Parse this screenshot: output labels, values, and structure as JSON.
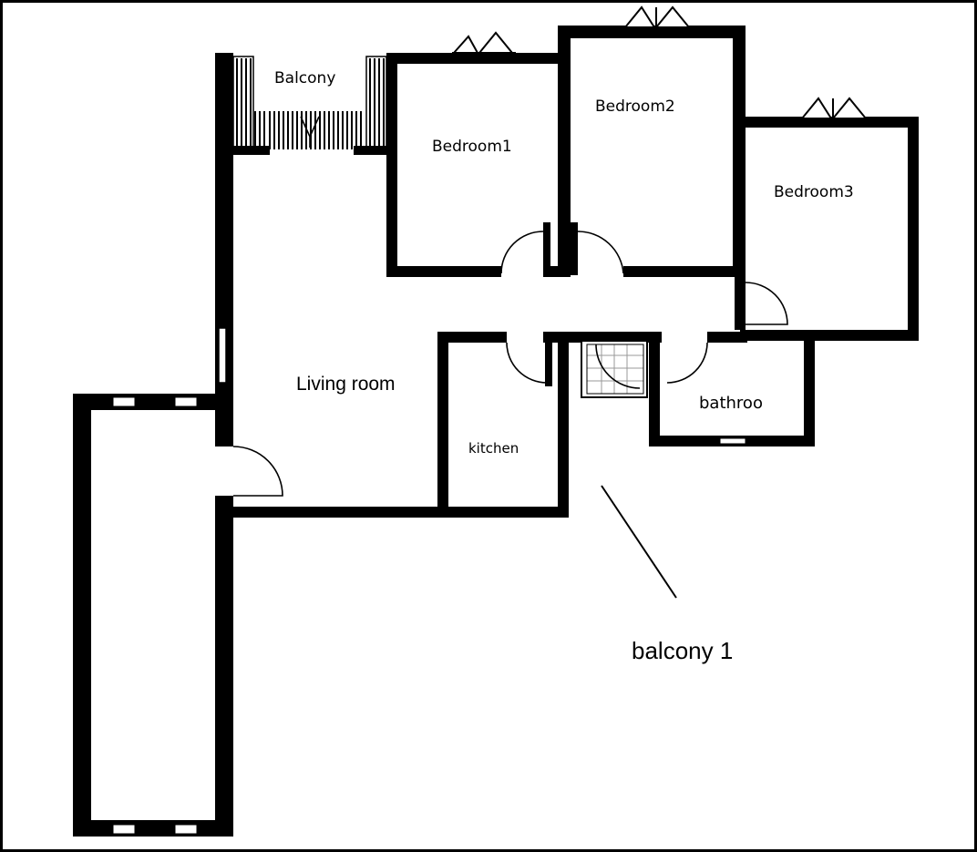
{
  "labels": {
    "balcony": "Balcony",
    "bedroom1": "Bedroom1",
    "bedroom2": "Bedroom2",
    "bedroom3": "Bedroom3",
    "living_room": "Living room",
    "kitchen": "kitchen",
    "bathroom": "bathroo",
    "balcony1": "balcony 1"
  }
}
